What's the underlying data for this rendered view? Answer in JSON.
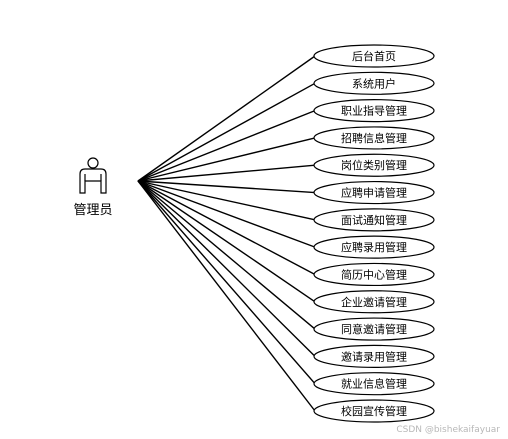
{
  "diagram": {
    "actor": {
      "label": "管理员",
      "icon": "person-icon"
    },
    "use_cases": [
      "后台首页",
      "系统用户",
      "职业指导管理",
      "招聘信息管理",
      "岗位类别管理",
      "应聘申请管理",
      "面试通知管理",
      "应聘录用管理",
      "简历中心管理",
      "企业邀请管理",
      "同意邀请管理",
      "邀请录用管理",
      "就业信息管理",
      "校园宣传管理"
    ],
    "watermark": "CSDN @bishekaifayuar",
    "colors": {
      "stroke": "#000000",
      "fill": "#ffffff",
      "watermark": "#b8b8b8"
    }
  }
}
